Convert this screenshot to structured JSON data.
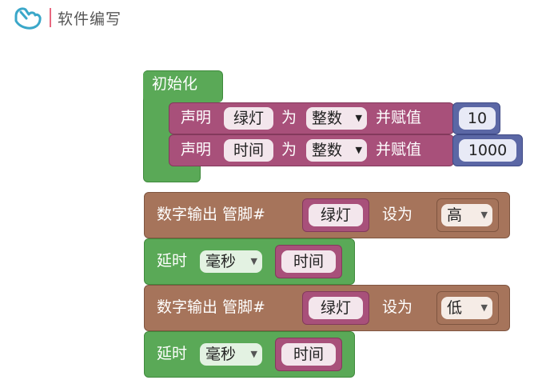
{
  "header": {
    "title": "软件编写",
    "logo_icon": "hand-tap-icon"
  },
  "colors": {
    "green": "#5aa957",
    "green_dark": "#3f8a3c",
    "purple": "#a8507a",
    "purple_dark": "#83395c",
    "blue": "#5b67a5",
    "blue_dark": "#3f4a86",
    "brown": "#a6745b",
    "brown_dark": "#7f5540"
  },
  "init": {
    "label": "初始化"
  },
  "declarations": [
    {
      "kw_declare": "声明",
      "var_name": "绿灯",
      "kw_as": "为",
      "type": "整数",
      "kw_assign": "并赋值",
      "value": "10"
    },
    {
      "kw_declare": "声明",
      "var_name": "时间",
      "kw_as": "为",
      "type": "整数",
      "kw_assign": "并赋值",
      "value": "1000"
    }
  ],
  "digital_out_1": {
    "label": "数字输出 管脚#",
    "pin": "绿灯",
    "set_label": "设为",
    "level": "高"
  },
  "delay_1": {
    "label": "延时",
    "unit": "毫秒",
    "var": "时间"
  },
  "digital_out_2": {
    "label": "数字输出 管脚#",
    "pin": "绿灯",
    "set_label": "设为",
    "level": "低"
  },
  "delay_2": {
    "label": "延时",
    "unit": "毫秒",
    "var": "时间"
  }
}
